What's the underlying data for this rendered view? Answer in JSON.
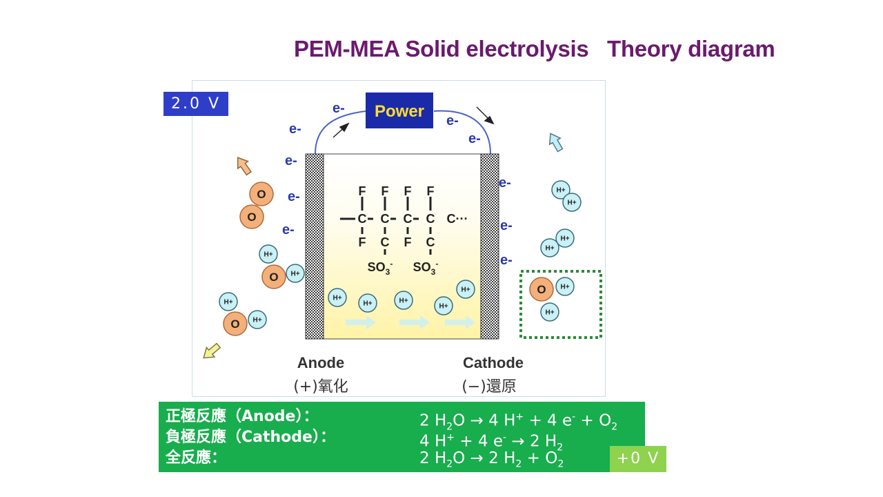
{
  "title": "PEM-MEA Solid electrolysis   Theory diagram",
  "voltage_top": "2.0 V",
  "voltage_bottom": "+0 V",
  "diagram": {
    "power_label": "Power",
    "electron_label": "e-",
    "anode_label": "Anode",
    "anode_sub": "(+)氧化",
    "cathode_label": "Cathode",
    "cathode_sub": "(−)還原",
    "fluorine": "F",
    "carbon": "C",
    "carbon_tail": "C···",
    "sulfonate": "SO3-",
    "oxygen": "O",
    "proton": "H+"
  },
  "equations": [
    {
      "label": "正極反應（Anode）：",
      "formula": "2 H2O → 4 H+ + 4 e- + O2"
    },
    {
      "label": "負極反應（Cathode）：",
      "formula": "4 H+ + 4 e- → 2 H2"
    },
    {
      "label": "全反應：",
      "formula": "2 H2O → 2 H2 + O2"
    }
  ],
  "colors": {
    "title": "#6b1a6e",
    "voltage_top_bg": "#2e3ec9",
    "equation_bg": "#18ad4d",
    "voltage_bottom_bg": "#8ed24e",
    "power_bg": "#1a2aa8",
    "power_text": "#ffdd33",
    "oxygen_fill": "#f3b07a",
    "proton_fill": "#c9f1f6",
    "electron_text": "#2a3bb0"
  }
}
